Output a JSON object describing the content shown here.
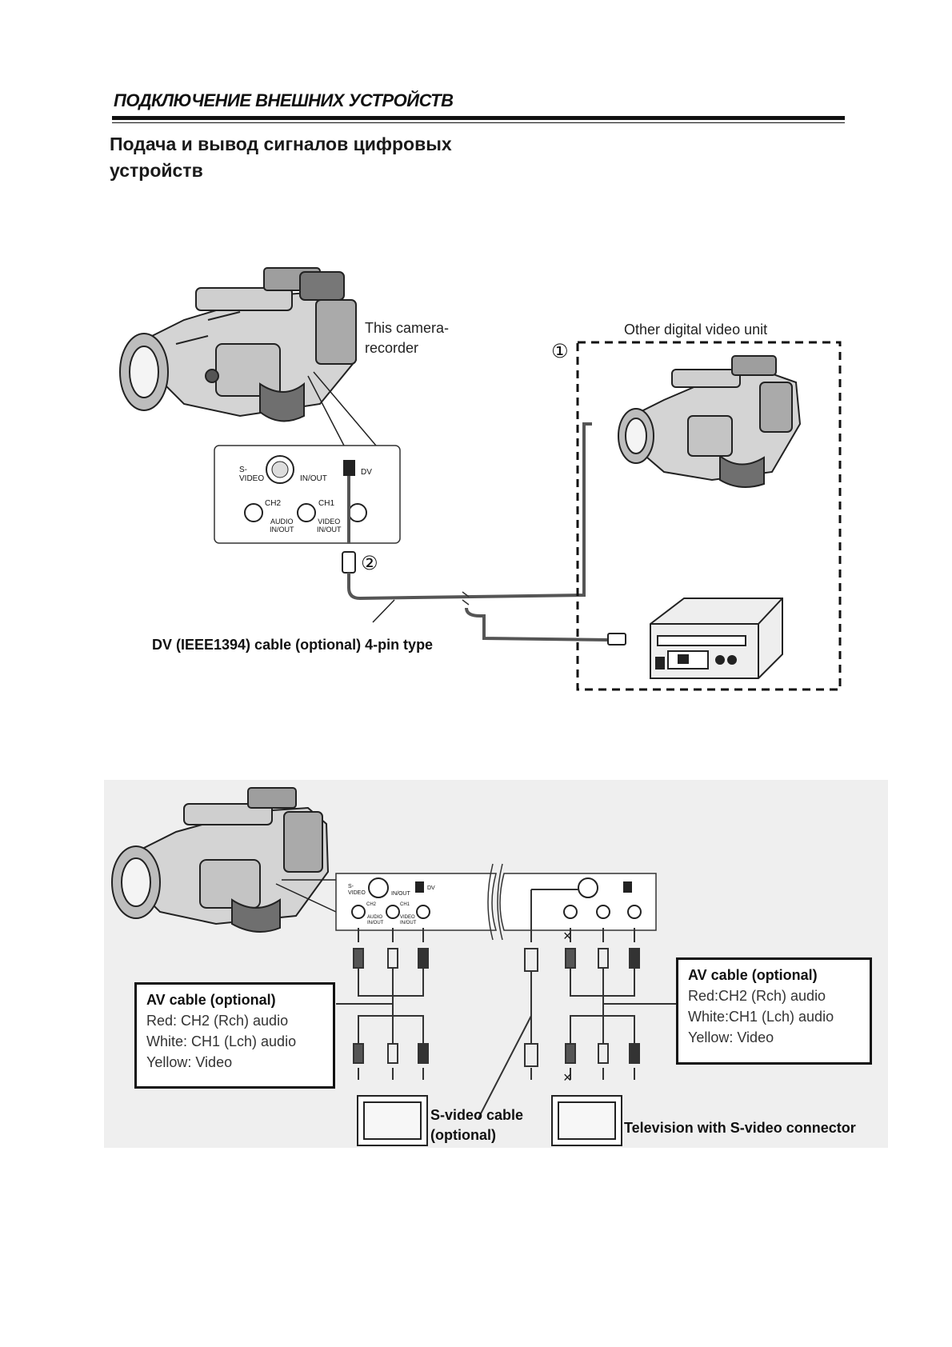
{
  "header": {
    "section_title": "ПОДКЛЮЧЕНИЕ ВНЕШНИХ УСТРОЙСТВ",
    "subtitle_line1": "Подача и вывод сигналов цифровых",
    "subtitle_line2": "устройств"
  },
  "diagram1": {
    "camera_label_line1": "This camera-",
    "camera_label_line2": "recorder",
    "other_unit_label": "Other digital video unit",
    "callout_1": "①",
    "callout_2": "②",
    "cable_caption": "DV (IEEE1394) cable (optional) 4-pin type",
    "panel": {
      "s_video_top": "S-",
      "s_video_bottom": "VIDEO",
      "in_out": "IN/OUT",
      "dv": "DV",
      "ch2": "CH2",
      "ch1": "CH1",
      "audio": "AUDIO",
      "audio_inout": "IN/OUT",
      "video": "VIDEO",
      "video_inout": "IN/OUT"
    }
  },
  "diagram2": {
    "left_box": {
      "title": "AV cable (optional)",
      "line1": "Red: CH2 (Rch) audio",
      "line2": "White: CH1 (Lch) audio",
      "line3": "Yellow: Video"
    },
    "right_box": {
      "title": "AV cable (optional)",
      "line1": "Red:CH2 (Rch) audio",
      "line2": "White:CH1 (Lch) audio",
      "line3": "Yellow: Video"
    },
    "svideo_cable_line1": "S-video cable",
    "svideo_cable_line2": "(optional)",
    "tv_caption": "Television with S-video connector",
    "cross_mark": "×",
    "panel": {
      "s_video_top": "S-",
      "s_video_bottom": "VIDEO",
      "in_out": "IN/OUT",
      "dv": "DV",
      "ch2": "CH2",
      "ch1": "CH1",
      "audio": "AUDIO",
      "audio_inout": "IN/OUT",
      "video": "VIDEO",
      "video_inout": "IN/OUT"
    }
  }
}
